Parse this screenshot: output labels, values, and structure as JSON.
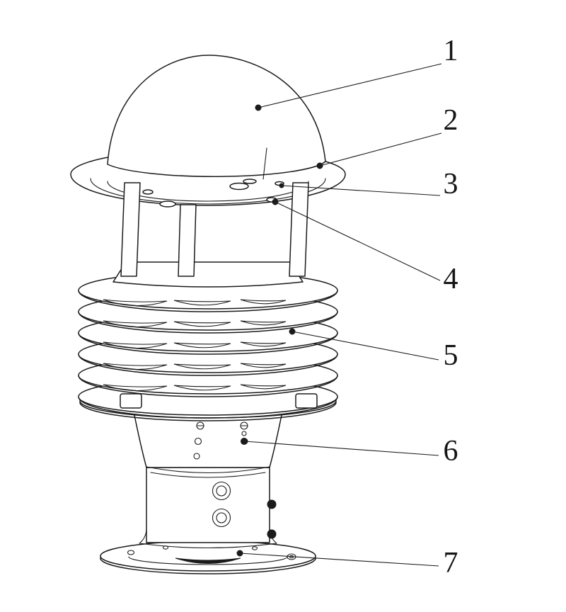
{
  "figure": {
    "type": "parts-diagram",
    "callouts": [
      {
        "label": "1"
      },
      {
        "label": "2"
      },
      {
        "label": "3"
      },
      {
        "label": "4"
      },
      {
        "label": "5"
      },
      {
        "label": "6"
      },
      {
        "label": "7"
      }
    ],
    "colors": {
      "line": "#1b1b1b",
      "background": "#ffffff"
    }
  }
}
